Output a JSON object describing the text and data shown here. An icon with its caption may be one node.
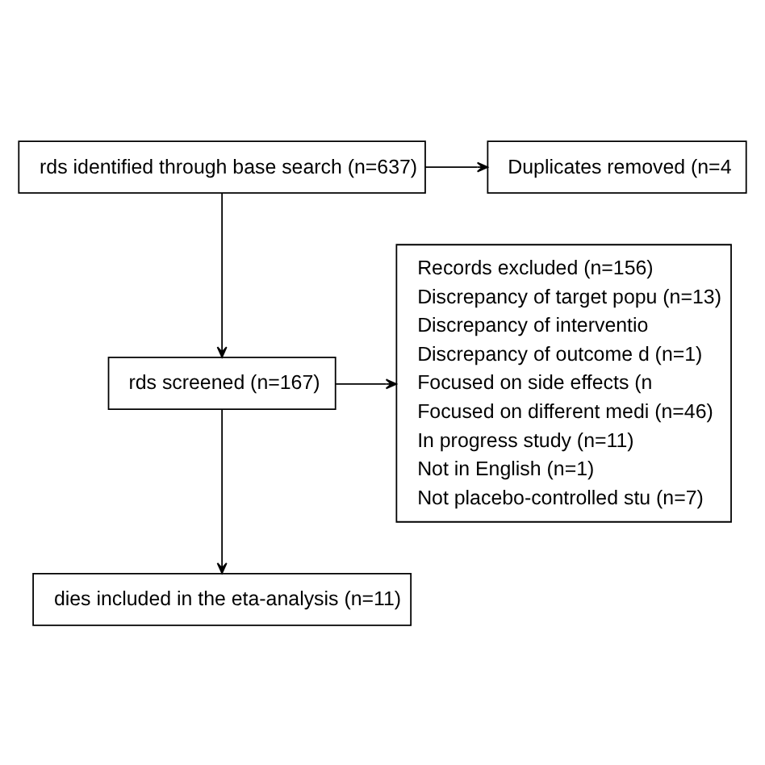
{
  "diagram": {
    "nodes": [
      {
        "text": [
          "rds identified through base search (n=637)"
        ]
      },
      {
        "text": [
          "Duplicates removed (n=4"
        ]
      },
      {
        "text": [
          "rds screened (n=167)"
        ]
      },
      {
        "text": [
          "Records excluded (n=156)",
          "Discrepancy of target popu (n=13)",
          "Discrepancy of interventio",
          "Discrepancy of outcome d (n=1)",
          "Focused on side effects (n",
          "Focused on different medi (n=46)",
          "In progress study (n=11)",
          "Not in English (n=1)",
          "Not placebo-controlled stu (n=7)"
        ]
      },
      {
        "text": [
          "dies included in the eta-analysis (n=11)"
        ]
      }
    ],
    "edges": [
      {
        "from": 0,
        "to": 2,
        "arrow": "to"
      },
      {
        "from": 0,
        "to": 1,
        "arrow": "to"
      },
      {
        "from": 2,
        "to": 4,
        "arrow": "to"
      },
      {
        "from": 2,
        "to": 3,
        "arrow": "to"
      }
    ]
  }
}
